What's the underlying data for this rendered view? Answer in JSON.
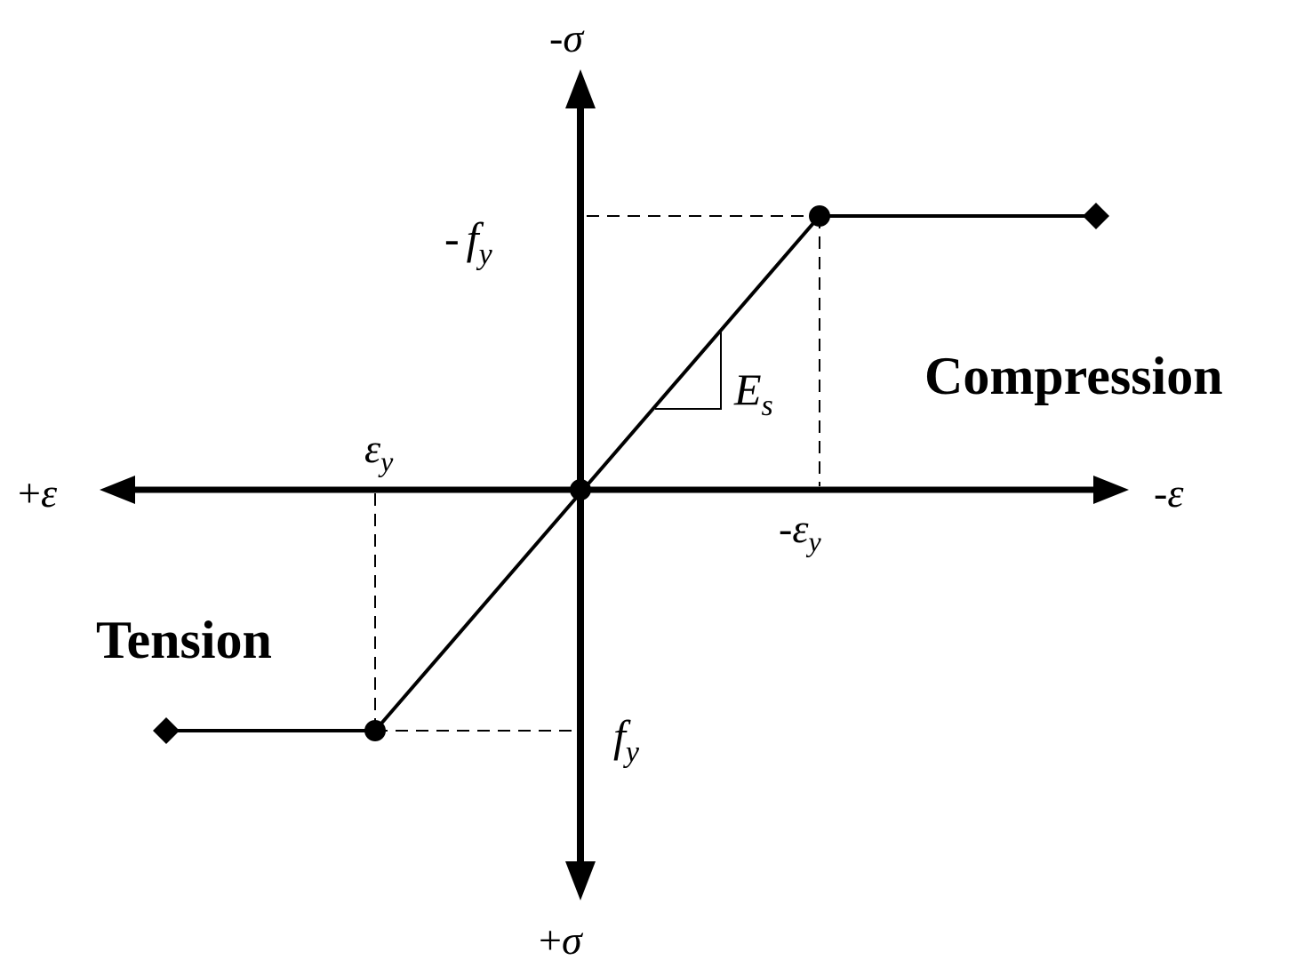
{
  "axes": {
    "y_top": {
      "sign": "-",
      "symbol": "σ"
    },
    "y_bottom": {
      "sign": "+",
      "symbol": "σ"
    },
    "x_left": {
      "sign": "+",
      "symbol": "ε"
    },
    "x_right": {
      "sign": "-",
      "symbol": "ε"
    }
  },
  "labels": {
    "neg_fy": {
      "prefix": "-",
      "base": "f",
      "sub": "y"
    },
    "pos_fy": {
      "base": "f",
      "sub": "y"
    },
    "pos_eps_y": {
      "base": "ε",
      "sub": "y"
    },
    "neg_eps_y": {
      "prefix": "-",
      "base": "ε",
      "sub": "y"
    },
    "modulus": {
      "base": "E",
      "sub": "s"
    }
  },
  "regions": {
    "compression": "Compression",
    "tension": "Tension"
  },
  "colors": {
    "ink": "#000000",
    "background": "#ffffff"
  }
}
